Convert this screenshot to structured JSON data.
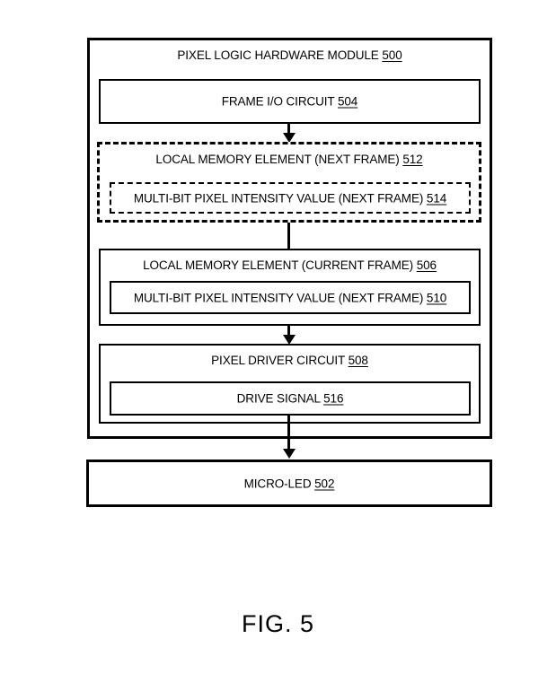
{
  "figure": {
    "caption": "FIG. 5"
  },
  "diagram": {
    "module": {
      "title": "PIXEL LOGIC HARDWARE MODULE",
      "ref": "500"
    },
    "frame_io": {
      "title": "FRAME I/O CIRCUIT",
      "ref": "504"
    },
    "local_memory_next": {
      "title": "LOCAL MEMORY ELEMENT (NEXT FRAME)",
      "ref": "512",
      "inner": {
        "title": "MULTI-BIT PIXEL INTENSITY VALUE (NEXT FRAME)",
        "ref": "514"
      }
    },
    "local_memory_current": {
      "title": "LOCAL MEMORY ELEMENT (CURRENT FRAME)",
      "ref": "506",
      "inner": {
        "title": "MULTI-BIT PIXEL INTENSITY VALUE (NEXT FRAME)",
        "ref": "510"
      }
    },
    "pixel_driver": {
      "title": "PIXEL DRIVER CIRCUIT",
      "ref": "508",
      "inner": {
        "title": "DRIVE SIGNAL",
        "ref": "516"
      }
    },
    "micro_led": {
      "title": "MICRO-LED",
      "ref": "502"
    }
  }
}
